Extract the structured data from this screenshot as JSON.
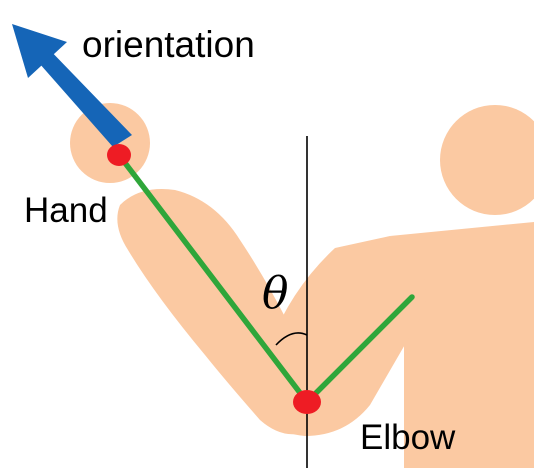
{
  "labels": {
    "orientation": "orientation",
    "hand": "Hand",
    "elbow": "Elbow",
    "angle": "θ"
  },
  "colors": {
    "skin": "#fbc9a2",
    "segment": "#2fa63a",
    "joint": "#ee1c24",
    "arrow": "#1565b7",
    "axis": "#000000"
  },
  "icons": {
    "orientation_arrow": "arrow-up-left-icon"
  }
}
